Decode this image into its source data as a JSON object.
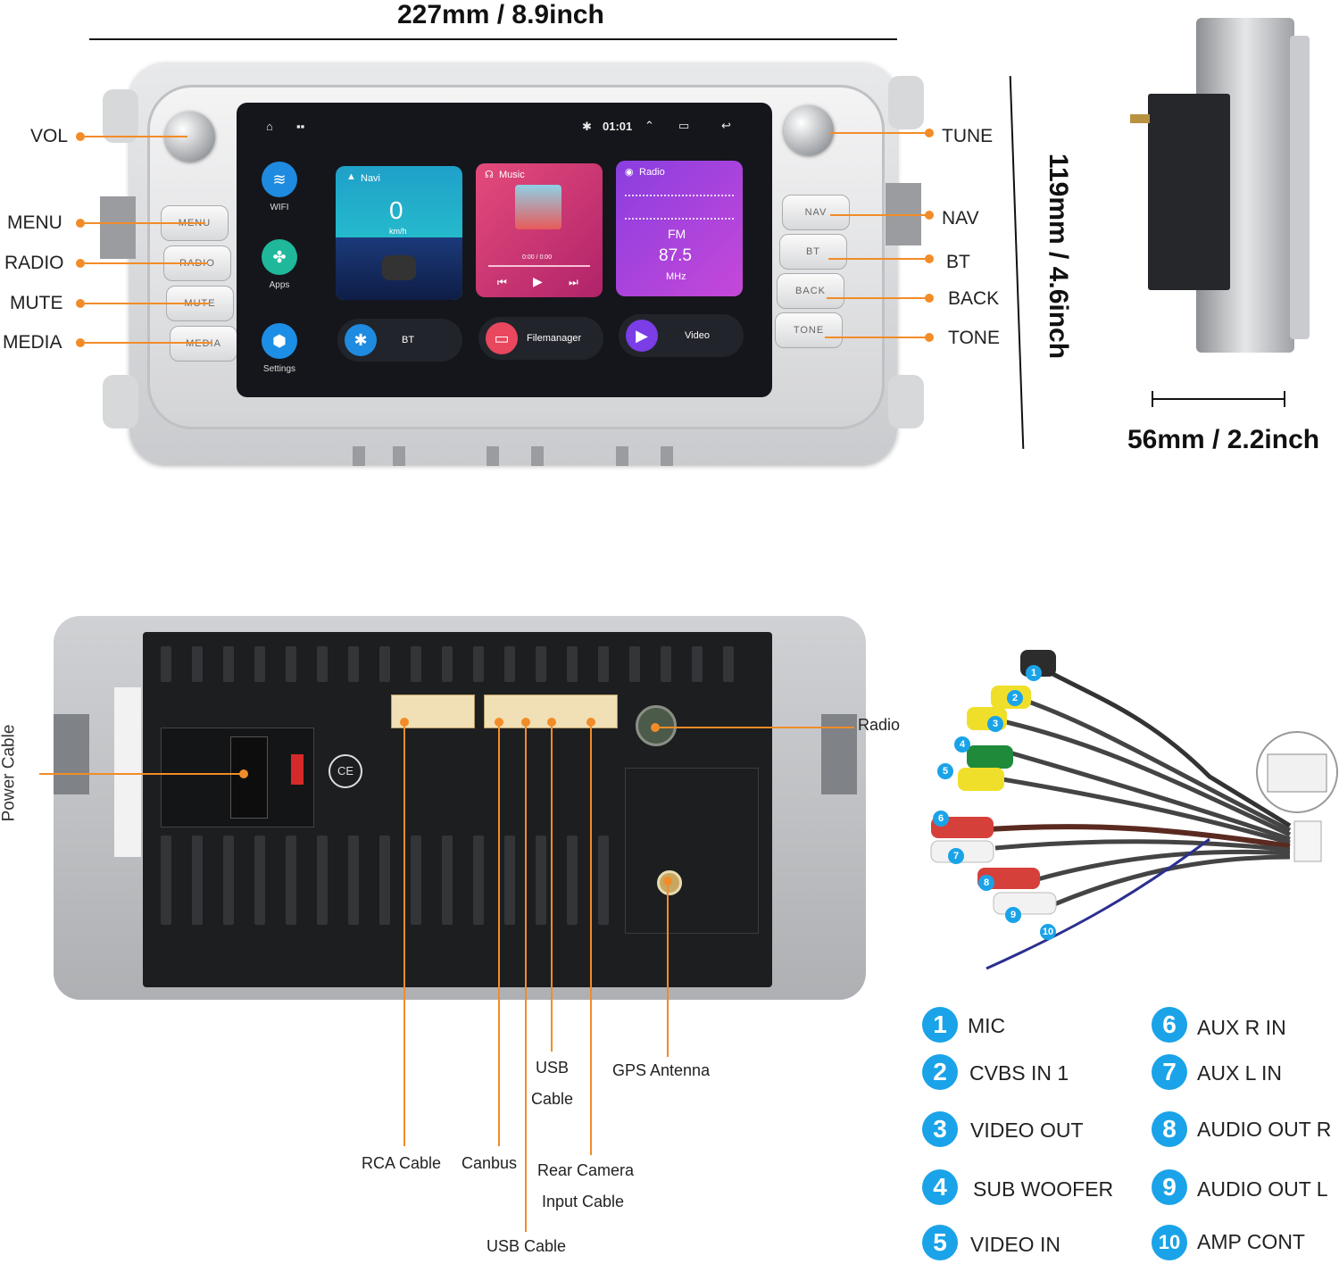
{
  "dimensions": {
    "width": "227mm / 8.9inch",
    "height": "119mm / 4.6inch",
    "depth": "56mm / 2.2inch"
  },
  "front_labels": {
    "left": [
      "VOL",
      "MENU",
      "RADIO",
      "MUTE",
      "MEDIA"
    ],
    "right": [
      "TUNE",
      "NAV",
      "BT",
      "BACK",
      "TONE"
    ]
  },
  "unit_buttons": {
    "left": [
      "MENU",
      "RADIO",
      "MUTE",
      "MEDIA"
    ],
    "right": [
      "NAV",
      "BT",
      "BACK",
      "TONE"
    ]
  },
  "screen": {
    "clock": "01:01",
    "apps": [
      "WIFI",
      "Apps",
      "Settings"
    ],
    "navi": {
      "title": "Navi",
      "speed": "0",
      "unit": "km/h"
    },
    "music": {
      "title": "Music",
      "time": "0:00 / 0:00"
    },
    "radio": {
      "title": "Radio",
      "band": "FM",
      "freq": "87.5",
      "unit": "MHz"
    },
    "bottom": [
      "BT",
      "Filemanager",
      "Video"
    ]
  },
  "rear_labels": {
    "power": "Power Cable",
    "radio": "Radio",
    "usb_top_1": "USB",
    "usb_top_2": "Cable",
    "gps": "GPS Antenna",
    "rca": "RCA Cable",
    "canbus": "Canbus",
    "rear_cam_1": "Rear Camera",
    "rear_cam_2": "Input Cable",
    "usb_bottom": "USB Cable"
  },
  "wiring_legend": [
    {
      "n": "1",
      "label": "MIC"
    },
    {
      "n": "2",
      "label": "CVBS IN 1"
    },
    {
      "n": "3",
      "label": "VIDEO OUT"
    },
    {
      "n": "4",
      "label": "SUB WOOFER"
    },
    {
      "n": "5",
      "label": "VIDEO IN"
    },
    {
      "n": "6",
      "label": "AUX R IN"
    },
    {
      "n": "7",
      "label": "AUX L IN"
    },
    {
      "n": "8",
      "label": "AUDIO OUT R"
    },
    {
      "n": "9",
      "label": "AUDIO OUT L"
    },
    {
      "n": "10",
      "label": "AMP CONT"
    }
  ],
  "colors": {
    "accent": "#f28c28",
    "badge": "#1aa3e8"
  }
}
